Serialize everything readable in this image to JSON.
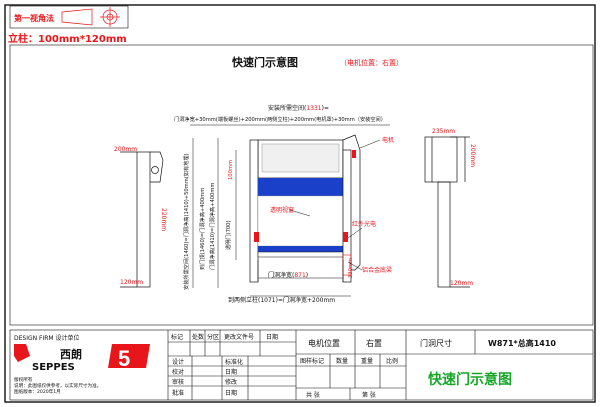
{
  "header": {
    "projection_label": "第一视角法",
    "column_spec": "立柱：100mm*120mm"
  },
  "drawing": {
    "title": "快速门示意图",
    "motor_position_note": "（电机位置：右置）",
    "dim_install_space_prefix": "安装所需空间(",
    "dim_install_space_value": "1331",
    "dim_install_space_suffix": ")=",
    "dim_formula_line1": "门洞净宽+30mm(端板螺丝)+200mm(两侧立柱)+200mm(电机罩)+30mm（安装空间）",
    "dim_top_right": "235mm",
    "dim_left_200": "200mm",
    "dim_right_200": "200mm",
    "dim_left_220": "220mm",
    "dim_left_120": "120mm",
    "dim_right_120": "120mm",
    "dim_vertical_left": "安装所需空间(1460)=门洞净高(1410)+50mm(如有地埋)",
    "dim_vertical_1410": "门洞净高(1410)=门洞净高+400mm",
    "dim_vertical_full": "到门顶(1460)=门洞净高+400mm",
    "dim_clear_height_label": "透明门(700)",
    "dim_100mm": "100mm",
    "dim_330": "330mm",
    "dim_bottom_width_prefix": "门洞净宽(",
    "dim_bottom_width_value": "871",
    "dim_bottom_width_suffix": ")",
    "dim_bottom_total": "到两侧立柱(1071)=门洞净宽+200mm",
    "label_motor": "电机",
    "label_window": "透明视窗",
    "label_ir": "红外光电",
    "label_beam": "铝合金底梁",
    "label_clear": "透明门(700)"
  },
  "title_block": {
    "design_firm": "DESIGN FIRM   设计单位",
    "brand_cn": "西朗",
    "brand_en": "SEPPES",
    "copyright_line1": "版权所有",
    "copyright_line2": "说明：此图纸仅供参考，以实际尺寸为准。",
    "copyright_line3": "图纸版本：2020年1月",
    "rev_headers": [
      "标记",
      "处数",
      "分区",
      "更改文件号",
      "日期"
    ],
    "role_labels": [
      "设计",
      "校对",
      "审核",
      "批准"
    ],
    "role_fields": [
      "标准化",
      "日期",
      "修改",
      "日期"
    ],
    "motor_pos_label": "电机位置",
    "motor_pos_value": "右置",
    "opening_label": "门洞尺寸",
    "opening_value": "W871*总高1410",
    "sub_headers": [
      "图样标记",
      "数量",
      "重量",
      "比例"
    ],
    "sheet_total": "共    张",
    "sheet_num": "第    张",
    "drawing_name": "快速门示意图"
  },
  "colors": {
    "red": "#e8161b",
    "blue": "#1a3fc8",
    "green": "#17a628",
    "line": "#111111"
  }
}
